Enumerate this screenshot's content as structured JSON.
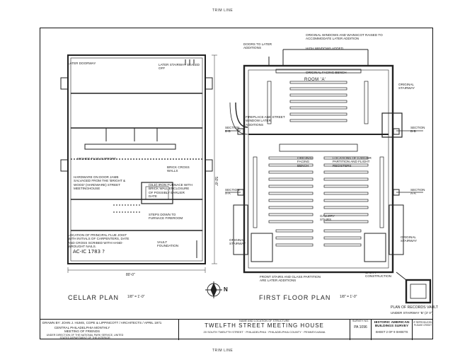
{
  "trim_top": "TRIM LINE",
  "trim_bottom": "TRIM LINE",
  "cellar": {
    "title": "CELLAR PLAN",
    "scale": "1/8\" = 1'-0\"",
    "labels": {
      "later_doorway": "LATER DOORWAY",
      "later_stairway": "LATER STAIRWAY SEALED OFF",
      "arched_flue": "ARCHED FLUE SUPPORT",
      "brick_cross_walls": "BRICK CROSS WALLS",
      "hardware": "HARDWARE ON DOOR JAMB SALVAGED FROM THE 'BRIGHT & WOOD' (HARDWARE) STREET MEETINGHOUSE",
      "iron_furnace": "(OLD) IRON FURNACE WITH BRICK WALL ENCLOSURE OF POSSIBLY EARLIER DATE",
      "steps": "STEPS DOWN TO FURNACE FIREROOM",
      "lintel": "LOCATION OF PRINCIPAL FLUE JOIST WITH INITIALS OF CARPENTERS, DATE AND CROSS SCRIBED WITH HAND-WROUGHT NAILS.",
      "initials": "AC-IC 1783 ?",
      "vault": "VAULT FOUNDATION"
    },
    "dim_width": "80'-0\"",
    "dim_side": "50'-8\""
  },
  "first_floor": {
    "title": "FIRST FLOOR PLAN",
    "scale": "1/8\" = 1'-0\"",
    "room": "ROOM 'A'",
    "labels": {
      "doors_later": "DOORS TO LATER ADDITIONS",
      "original_windows": "ORIGINAL WINDOWS AND WAINSCOT RAISED TO ACCOMMODATE LATER ADDITION",
      "high_windows": "HIGH WINDOWS ADDED",
      "orig_facing_bench": "ORIGINAL FACING BENCH",
      "orig_stairway_r": "ORIGINAL STAIRWAY",
      "fireplace": "FIREPLACE AND STREET WINDOW LATER ADDITIONS",
      "orig_facing_bench2": "ORIGINAL FACING BENCH",
      "earlier_partition": "LOCATIONS OF EARLIER PARTITION AND FLIGHT REGISTERS",
      "gallery": "GALLERY STAIRS",
      "orig_stairway_l": "ORIGINAL STAIRWAY",
      "front_stairs": "FRONT STAIRS AND GLASS PARTITION ARE LATER ADDITIONS",
      "orig_stairway_r2": "ORIGINAL STAIRWAY",
      "cavity": "CAVITY CONSTRUCTION",
      "vault_plan": "PLAN OF RECORDS VAULT",
      "vault_loc": "UNDER STAIRWAY 'B' (3' 0\")"
    },
    "sections": [
      "SECTION B-B",
      "SECTION B-B",
      "SECTION A-A",
      "SECTION A-A"
    ]
  },
  "north": "N",
  "title_block": {
    "drawn_by": "DRAWN BY:  JOHN J. HUMS, COPE & LIPPINCOTT / ARCHITECTS / APRIL 1971",
    "sponsor": "CENTRAL PHILADELPHIA MONTHLY MEETING OF FRIENDS",
    "agency": "UNDER DIRECTION OF THE NATIONAL PARK SERVICE, UNITED STATES DEPARTMENT OF THE INTERIOR",
    "name_hdr": "NAME AND LOCATION OF STRUCTURE",
    "name": "TWELFTH STREET MEETING HOUSE",
    "location": "20 SOUTH TWELFTH STREET · PHILADELPHIA · PHILADELPHIA COUNTY · PENNSYLVANIA",
    "survey_hdr": "SURVEY NO.",
    "survey_no": "PA 1096",
    "habs": "HISTORIC AMERICAN BUILDINGS SURVEY",
    "sheet": "SHEET 2 OF 9 SHEETS",
    "index": "IF REPRODUCED, PLEASE CREDIT"
  }
}
